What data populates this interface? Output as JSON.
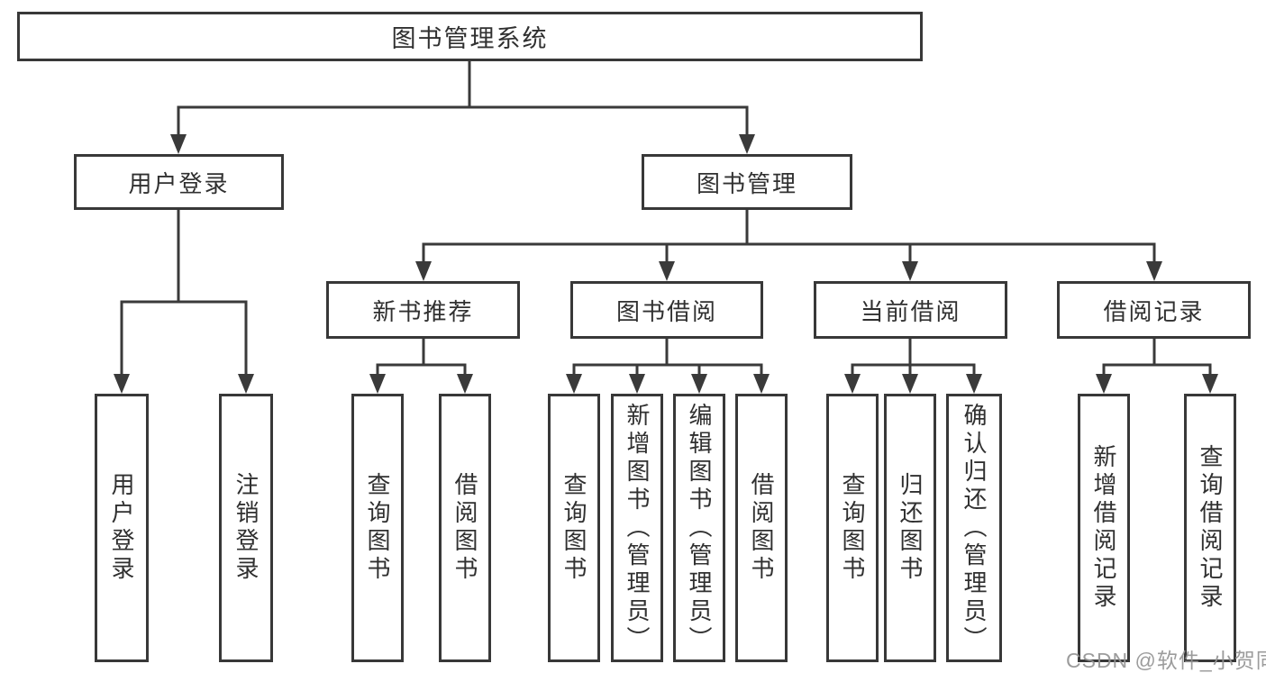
{
  "diagram": {
    "title": "图书管理系统",
    "tree": {
      "root": {
        "label": "图书管理系统"
      },
      "branches": [
        {
          "label": "用户登录",
          "children": [
            {
              "label": "用户登录"
            },
            {
              "label": "注销登录"
            }
          ]
        },
        {
          "label": "图书管理",
          "children": [
            {
              "label": "新书推荐",
              "children": [
                {
                  "label": "查询图书"
                },
                {
                  "label": "借阅图书"
                }
              ]
            },
            {
              "label": "图书借阅",
              "children": [
                {
                  "label": "查询图书"
                },
                {
                  "label": "新增图书（管理员）"
                },
                {
                  "label": "编辑图书（管理员）"
                },
                {
                  "label": "借阅图书"
                }
              ]
            },
            {
              "label": "当前借阅",
              "children": [
                {
                  "label": "查询图书"
                },
                {
                  "label": "归还图书"
                },
                {
                  "label": "确认归还（管理员）"
                }
              ]
            },
            {
              "label": "借阅记录",
              "children": [
                {
                  "label": "新增借阅记录"
                },
                {
                  "label": "查询借阅记录"
                }
              ]
            }
          ]
        }
      ]
    },
    "colors": {
      "line": "#3a3a3a",
      "border": "#383838",
      "text": "#303030",
      "watermark": "#949494",
      "background": "#ffffff"
    }
  },
  "watermark": {
    "text": "CSDN @软件_小贺同学"
  }
}
